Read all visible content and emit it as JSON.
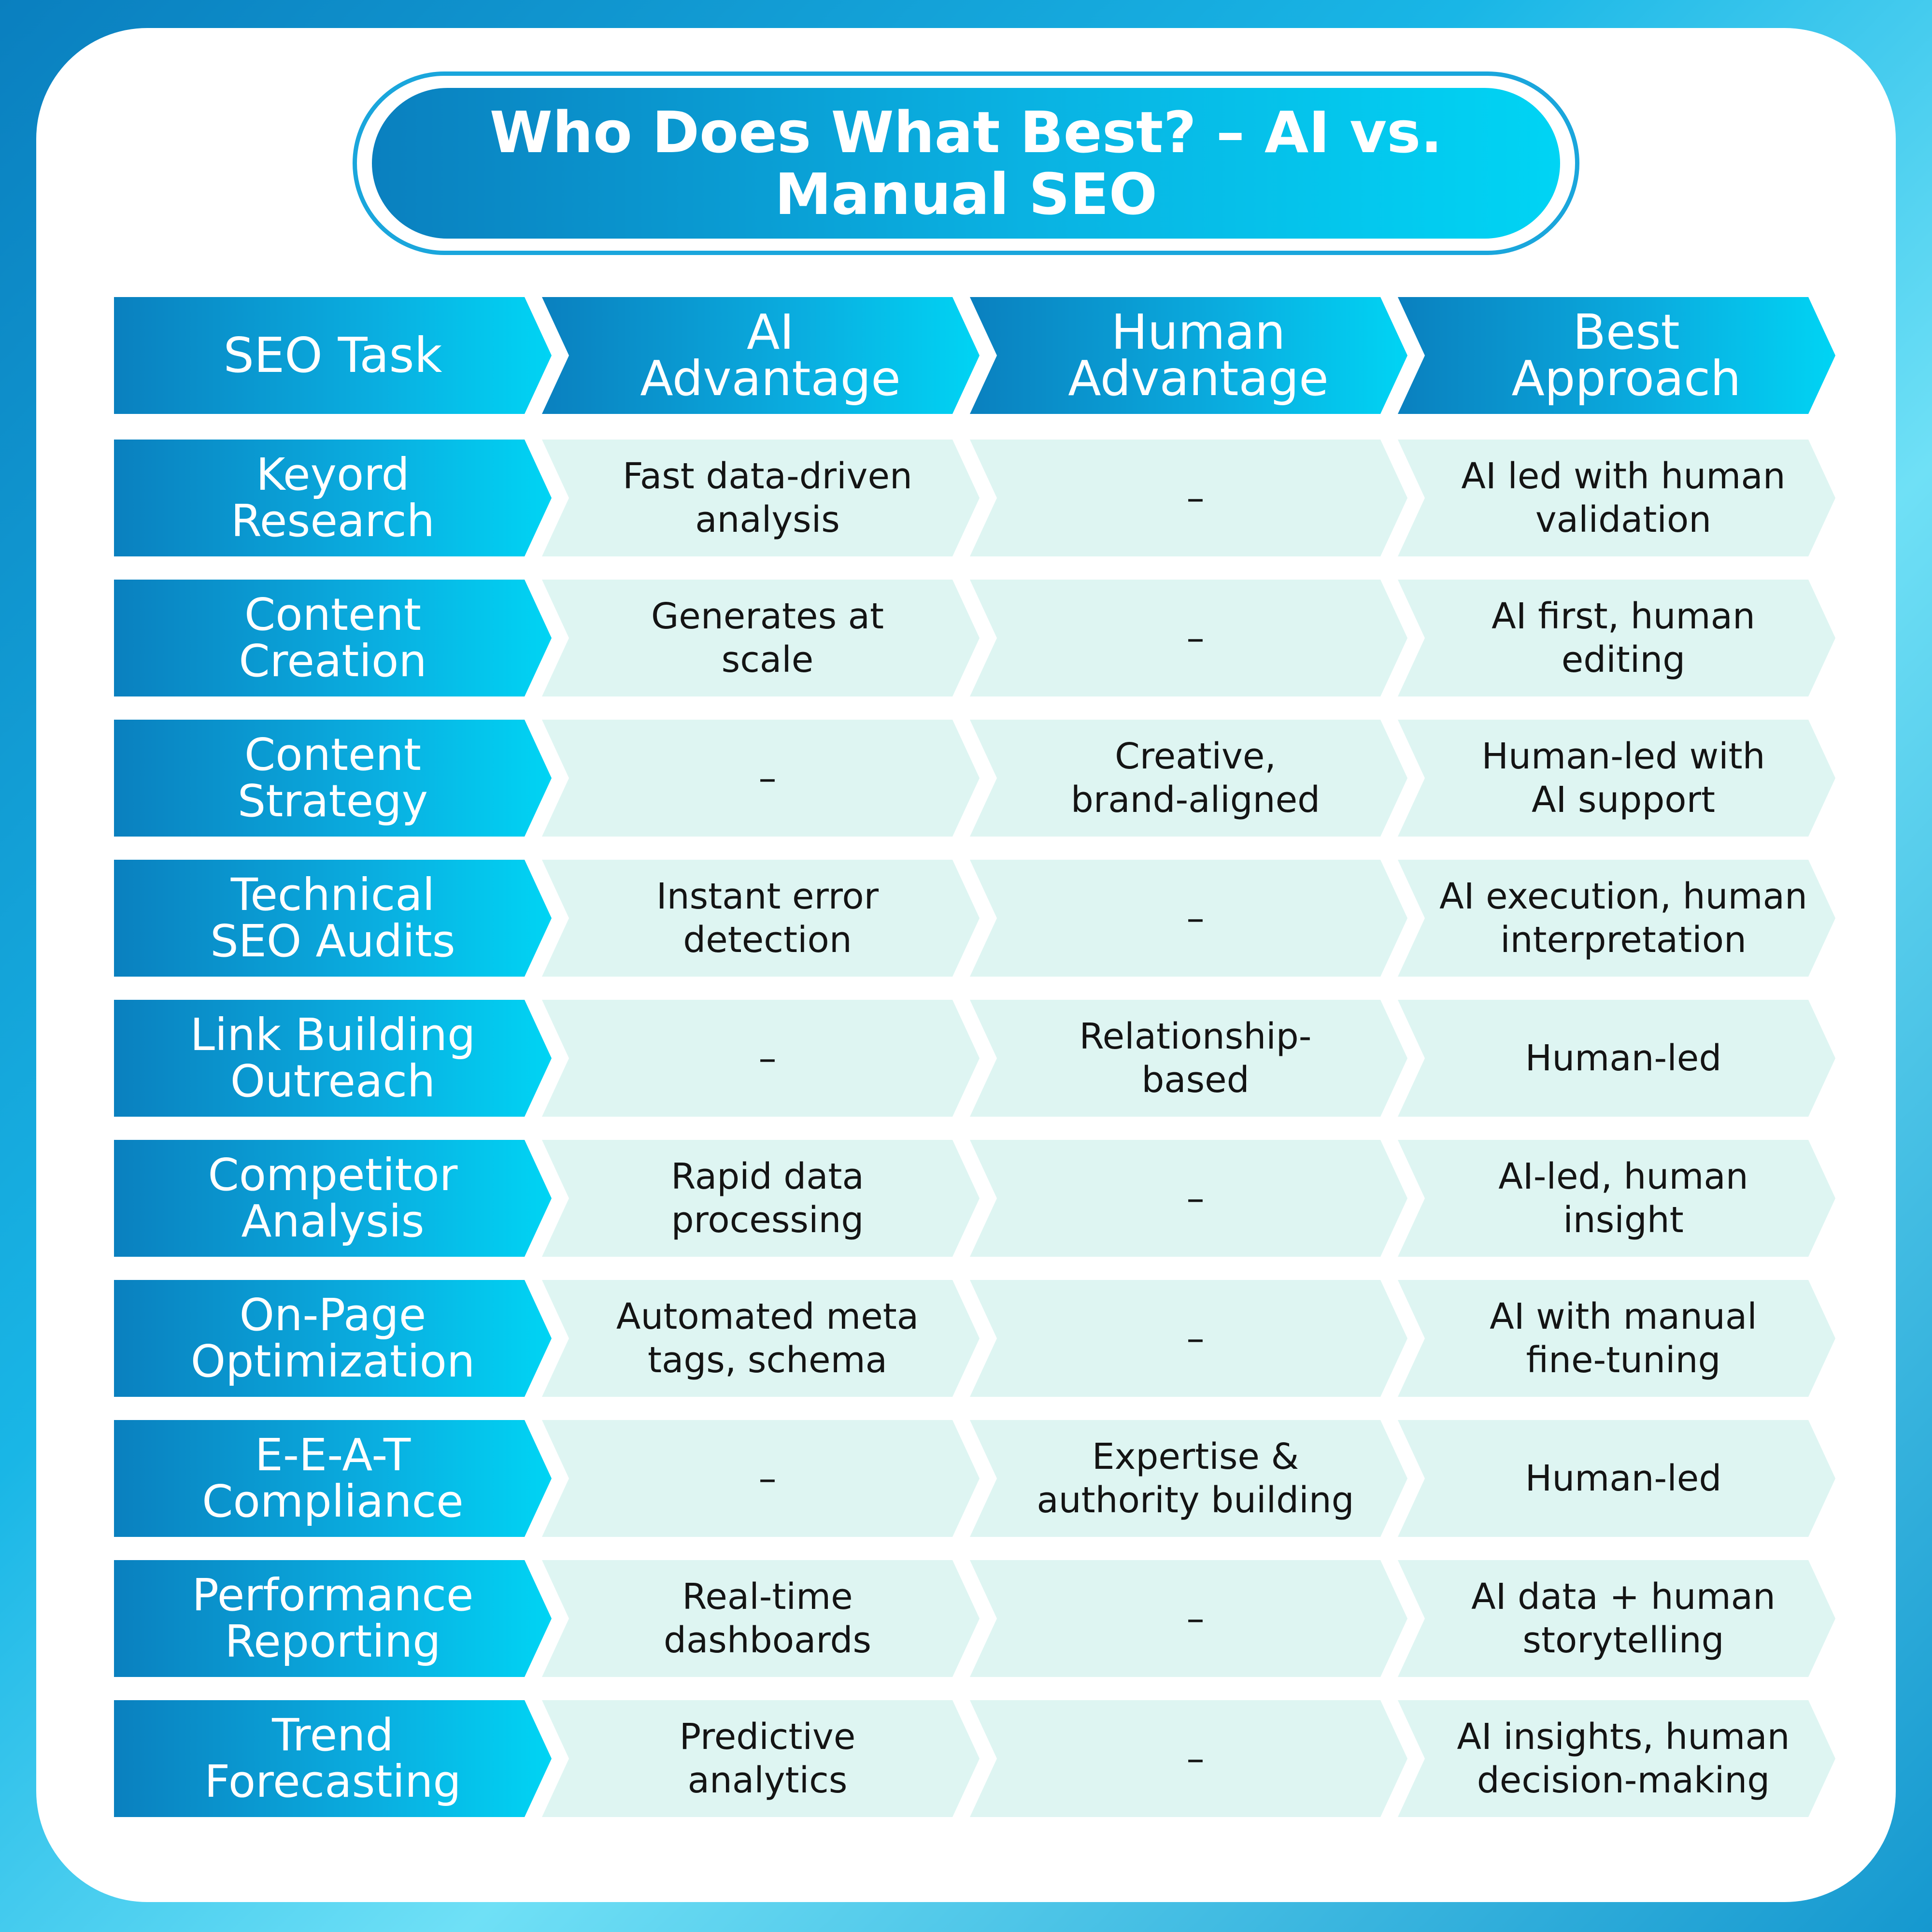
{
  "title": "Who Does What Best? – AI vs.\nManual SEO",
  "headers": [
    "SEO Task",
    "AI\nAdvantage",
    "Human\nAdvantage",
    "Best\nApproach"
  ],
  "rows": [
    [
      "Keyord\nResearch",
      "Fast data-driven\nanalysis",
      "–",
      "AI led with human\nvalidation"
    ],
    [
      "Content\nCreation",
      "Generates at\nscale",
      "–",
      "AI first, human\nediting"
    ],
    [
      "Content\nStrategy",
      "–",
      "Creative,\nbrand-aligned",
      "Human-led with\nAI support"
    ],
    [
      "Technical\nSEO Audits",
      "Instant error\ndetection",
      "–",
      "AI execution, human\ninterpretation"
    ],
    [
      "Link Building\nOutreach",
      "–",
      "Relationship-\nbased",
      "Human-led"
    ],
    [
      "Competitor\nAnalysis",
      "Rapid data\nprocessing",
      "–",
      "AI-led, human\ninsight"
    ],
    [
      "On-Page\nOptimization",
      "Automated meta\ntags, schema",
      "–",
      "AI with manual\nfine-tuning"
    ],
    [
      "E-E-A-T\nCompliance",
      "–",
      "Expertise &\nauthority building",
      "Human-led"
    ],
    [
      "Performance\nReporting",
      "Real-time\ndashboards",
      "–",
      "AI data + human\nstorytelling"
    ],
    [
      "Trend\nForecasting",
      "Predictive\nanalytics",
      "–",
      "AI insights, human\ndecision-making"
    ]
  ],
  "colors": {
    "gradient_start": "#0a80bf",
    "gradient_end": "#00d4f4",
    "cell_background": "#def5f2",
    "text_dark": "#141414"
  }
}
